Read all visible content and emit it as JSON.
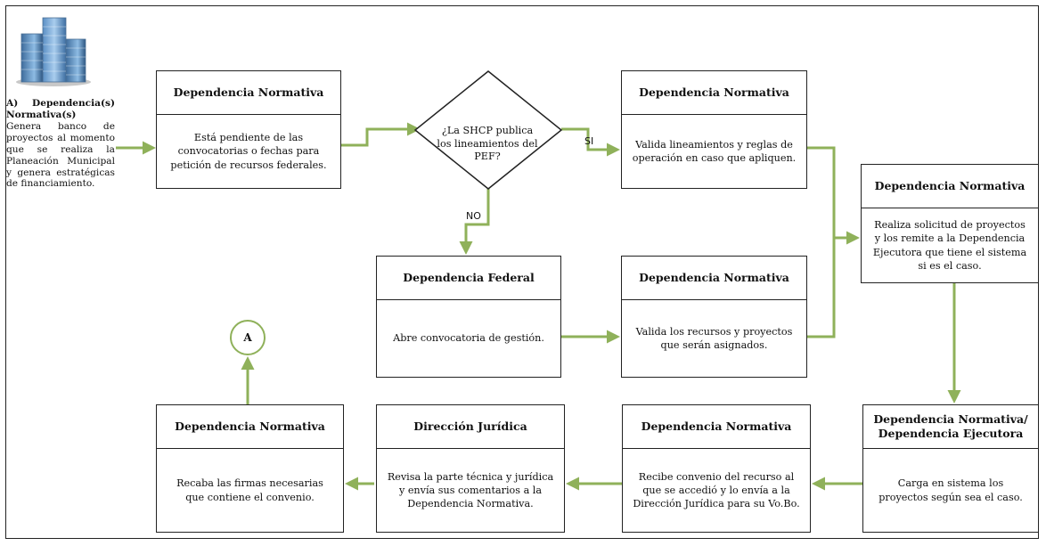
{
  "side": {
    "title": "A) Dependencia(s) Normativa(s)",
    "text": "Genera banco de proyectos al momento que se realiza la Planeación Municipal y genera estratégicas de financiamiento."
  },
  "boxes": {
    "b1": {
      "title": "Dependencia Normativa",
      "body": "Está pendiente de las convocatorias o fechas  para petición de recursos federales."
    },
    "b2": {
      "title": "Dependencia Normativa",
      "body": "Valida lineamientos y reglas de operación en caso que apliquen."
    },
    "b3": {
      "title": "Dependencia Normativa",
      "body": "Realiza solicitud de proyectos y los remite a la Dependencia Ejecutora que tiene el sistema si es el caso."
    },
    "b4": {
      "title": "Dependencia Federal",
      "body": "Abre convocatoria de gestión."
    },
    "b5": {
      "title": "Dependencia Normativa",
      "body": "Valida los recursos y proyectos que serán asignados."
    },
    "b6": {
      "title": "Dependencia Normativa/ Dependencia Ejecutora",
      "body": "Carga en sistema los proyectos según sea el caso."
    },
    "b7": {
      "title": "Dependencia Normativa",
      "body": "Recibe convenio del recurso al que se accedió y lo envía a la Dirección Jurídica para su Vo.Bo."
    },
    "b8": {
      "title": "Dirección Jurídica",
      "body": "Revisa la parte técnica y jurídica y envía sus comentarios a la Dependencia Normativa."
    },
    "b9": {
      "title": "Dependencia Normativa",
      "body": "Recaba las firmas necesarias que contiene el convenio."
    }
  },
  "decision": {
    "text": "¿La SHCP publica los lineamientos del PEF?",
    "yes": "SI",
    "no": "NO"
  },
  "connector": {
    "label": "A"
  },
  "colors": {
    "arrow": "#8fb15a",
    "border": "#222222"
  },
  "icons": {
    "logo": "office-buildings-icon"
  }
}
